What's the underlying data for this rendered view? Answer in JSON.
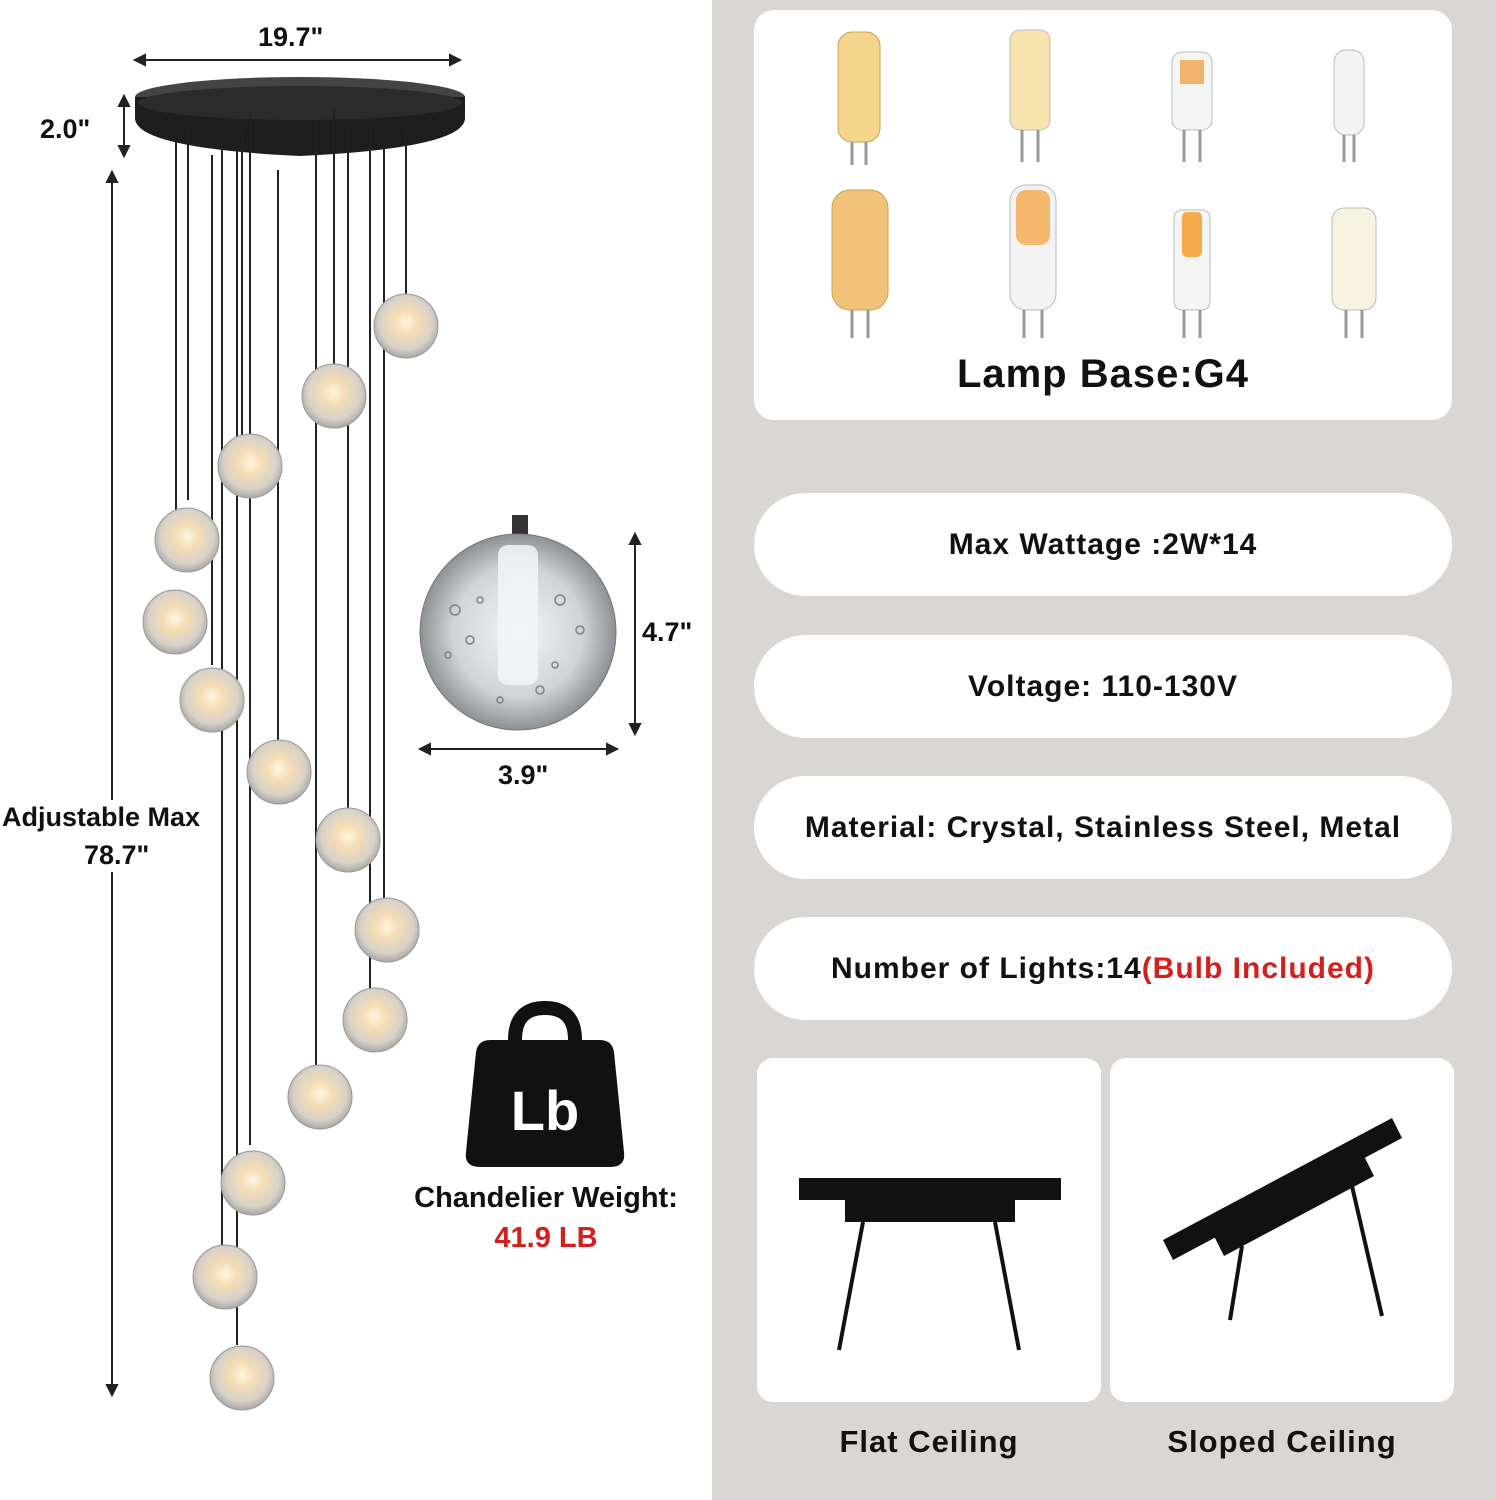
{
  "dimensions": {
    "canopy_width": "19.7\"",
    "canopy_height": "2.0\"",
    "adjustable_label": "Adjustable Max",
    "adjustable_value": "78.7\"",
    "ball_height": "4.7\"",
    "ball_width": "3.9\""
  },
  "weight": {
    "icon_text": "Lb",
    "label": "Chandelier Weight:",
    "value": "41.9 LB"
  },
  "lamp_base": "Lamp Base:G4",
  "specs": {
    "wattage": "Max Wattage :2W*14",
    "voltage": "Voltage: 110-130V",
    "material": "Material: Crystal, Stainless Steel, Metal",
    "lights_prefix": "Number of Lights:14",
    "lights_suffix": "(Bulb Included)"
  },
  "mounting": {
    "flat": "Flat Ceiling",
    "sloped": "Sloped Ceiling"
  },
  "colors": {
    "panel_bg": "#d9d6d3",
    "accent_red": "#d41f1f"
  }
}
